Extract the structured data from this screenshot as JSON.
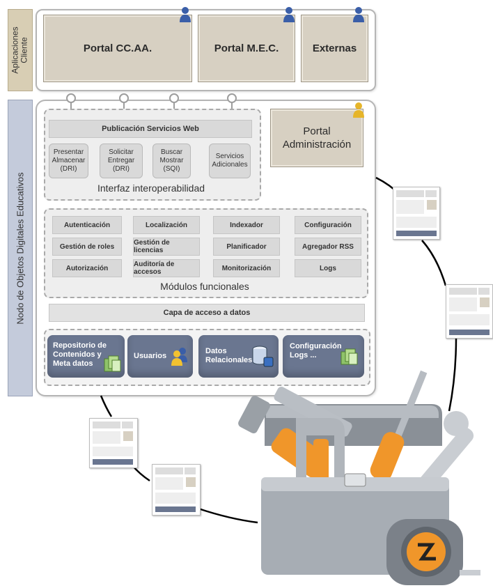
{
  "tabs": {
    "client": "Aplicaciones Cliente",
    "node": "Nodo de Objetos Digitales Educativos"
  },
  "clients": [
    "Portal CC.AA.",
    "Portal M.E.C.",
    "Externas"
  ],
  "admin_portal": "Portal Administración",
  "interop": {
    "header": "Publicación Servicios Web",
    "services": [
      "Presentar Almacenar (DRI)",
      "Solicitar Entregar (DRI)",
      "Buscar Mostrar (SQI)",
      "Servicios Adicionales"
    ],
    "caption": "Interfaz interoperabilidad"
  },
  "modules": {
    "rows": [
      [
        "Autenticación",
        "Localización",
        "Indexador",
        "Configuración"
      ],
      [
        "Gestión de roles",
        "Gestión de licencias",
        "Planificador",
        "Agregador RSS"
      ],
      [
        "Autorización",
        "Auditoría de accesos",
        "Monitorización",
        "Logs"
      ]
    ],
    "caption": "Módulos funcionales"
  },
  "data_access": "Capa de acceso a datos",
  "stores": [
    {
      "label": "Repositorio de Contenidos y Meta datos",
      "icon": "documents-icon"
    },
    {
      "label": "Usuarios",
      "icon": "users-icon"
    },
    {
      "label": "Datos Relacionales",
      "icon": "database-icon"
    },
    {
      "label": "Configuración Logs ...",
      "icon": "documents-icon"
    }
  ],
  "colors": {
    "client_tab": "#d8ceb4",
    "node_tab": "#c4cbdb",
    "portal": "#d7d0c2",
    "store": "#6a7690",
    "tool_orange": "#f0962a"
  }
}
